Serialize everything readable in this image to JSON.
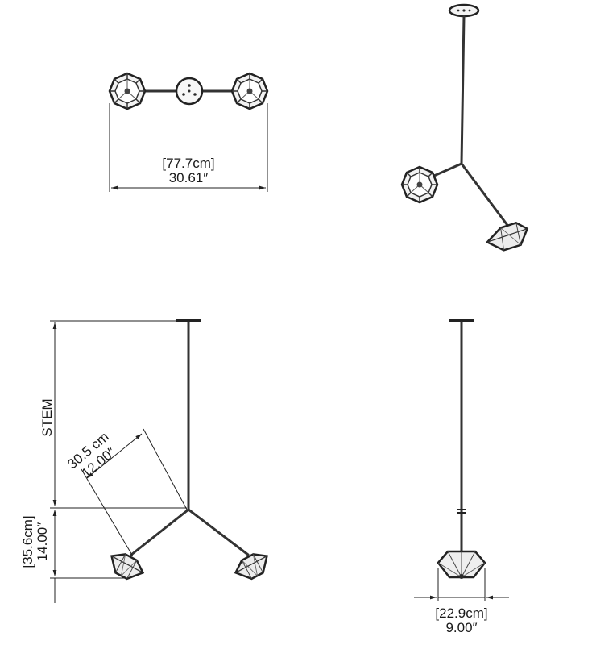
{
  "top_view": {
    "width_cm": "[77.7cm]",
    "width_in": "30.61″"
  },
  "front_view": {
    "stem_label": "STEM",
    "arm_cm": "30.5 cm",
    "arm_in": "12.00″",
    "drop_cm": "[35.6cm]",
    "drop_in": "14.00″"
  },
  "side_view": {
    "width_cm": "[22.9cm]",
    "width_in": "9.00″"
  },
  "colors": {
    "line": "#222222",
    "metal": "#333333",
    "background": "#ffffff"
  }
}
